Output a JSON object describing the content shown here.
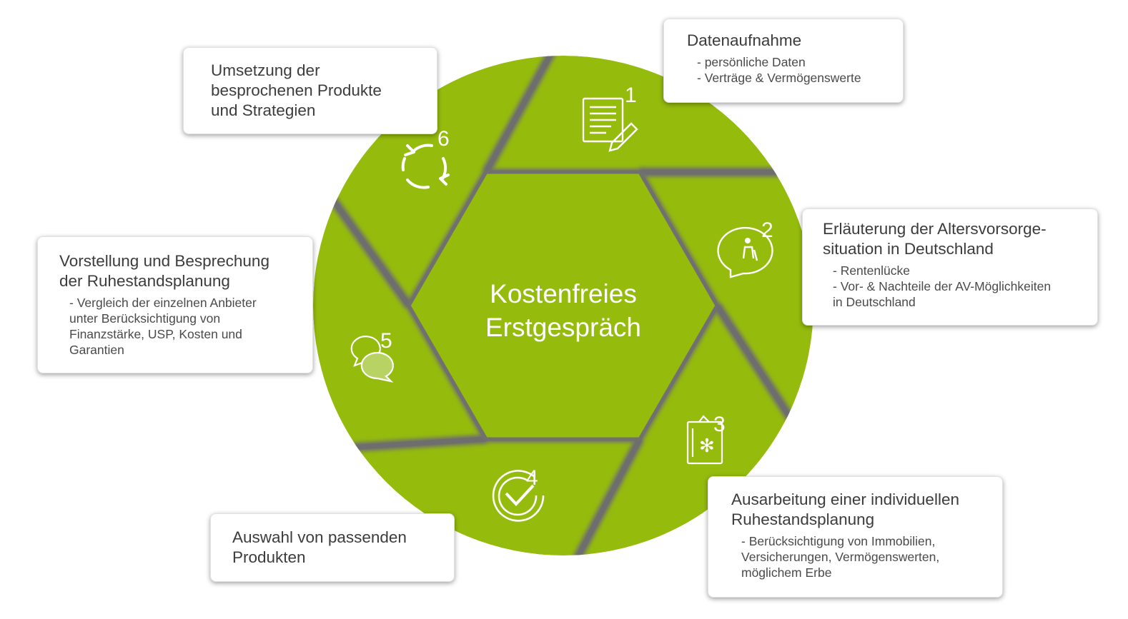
{
  "colors": {
    "segment": "#95bb0d",
    "gap": "#6e6e6e",
    "text_white": "#ffffff",
    "box_text": "#3c3c3c"
  },
  "center": {
    "label": "Kostenfreies\nErstgespräch"
  },
  "steps": [
    {
      "number": "1",
      "icon": "document-edit-icon",
      "title": "Datenaufnahme",
      "items": [
        "- persönliche Daten",
        "- Verträge & Vermögenswerte"
      ]
    },
    {
      "number": "2",
      "icon": "speech-bubble-elderly-icon",
      "title": "Erläuterung der Altersvorsorge-\nsituation in Deutschland",
      "items": [
        "- Rentenlücke",
        "- Vor- & Nachteile der AV-Möglichkeiten\n  in Deutschland"
      ]
    },
    {
      "number": "3",
      "icon": "clipboard-asterisk-icon",
      "title": "Ausarbeitung einer individuellen\nRuhestandsplanung",
      "items": [
        "- Berücksichtigung von Immobilien,\n  Versicherungen, Vermögenswerten,\n  möglichem Erbe"
      ]
    },
    {
      "number": "4",
      "icon": "checkmark-circle-icon",
      "title": "Auswahl von passenden\nProdukten",
      "items": []
    },
    {
      "number": "5",
      "icon": "chat-bubbles-icon",
      "title": "Vorstellung und Besprechung\nder Ruhestandsplanung",
      "items": [
        "- Vergleich der einzelnen Anbieter\n  unter Berücksichtigung von\n  Finanzstärke, USP, Kosten und\n  Garantien"
      ]
    },
    {
      "number": "6",
      "icon": "refresh-cycle-icon",
      "title": "Umsetzung der\nbesprochenen Produkte\nund Strategien",
      "items": []
    }
  ]
}
